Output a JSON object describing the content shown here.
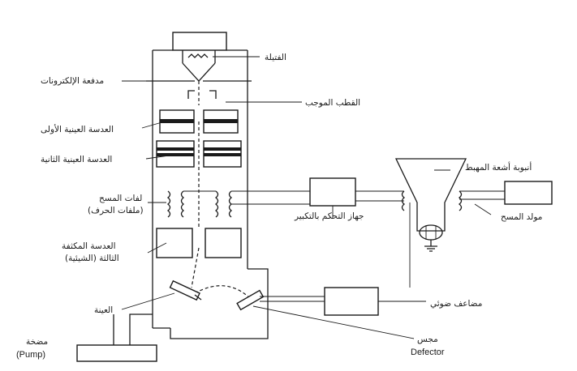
{
  "labels": {
    "filament": "الفتيلة",
    "electron_gun": "مدفعة الإلكترونات",
    "anode": "القطب الموجب",
    "first_lens": "العدسة العينية الأولى",
    "second_lens": "العدسة العينية الثانية",
    "scan_coils": "لفات المسح",
    "scan_coils_sub": "(ملفات الحرف)",
    "third_lens": "العدسة المكثفة",
    "third_lens_sub": "الثالثة (الشيئية)",
    "specimen": "العينة",
    "pump_ar": "مضخة",
    "pump_en": "(Pump)",
    "control_unit": "جهاز التحكم بالتكبير",
    "crt": "أنبوبة أشعة المهبط",
    "scan_generator": "مولد المسح",
    "photomultiplier": "مضاعف ضوئي",
    "detector_ar": "مجس",
    "detector_en": "Defector"
  },
  "icons": {
    "ground": "ground-symbol-icon",
    "coil": "coil-icon"
  }
}
